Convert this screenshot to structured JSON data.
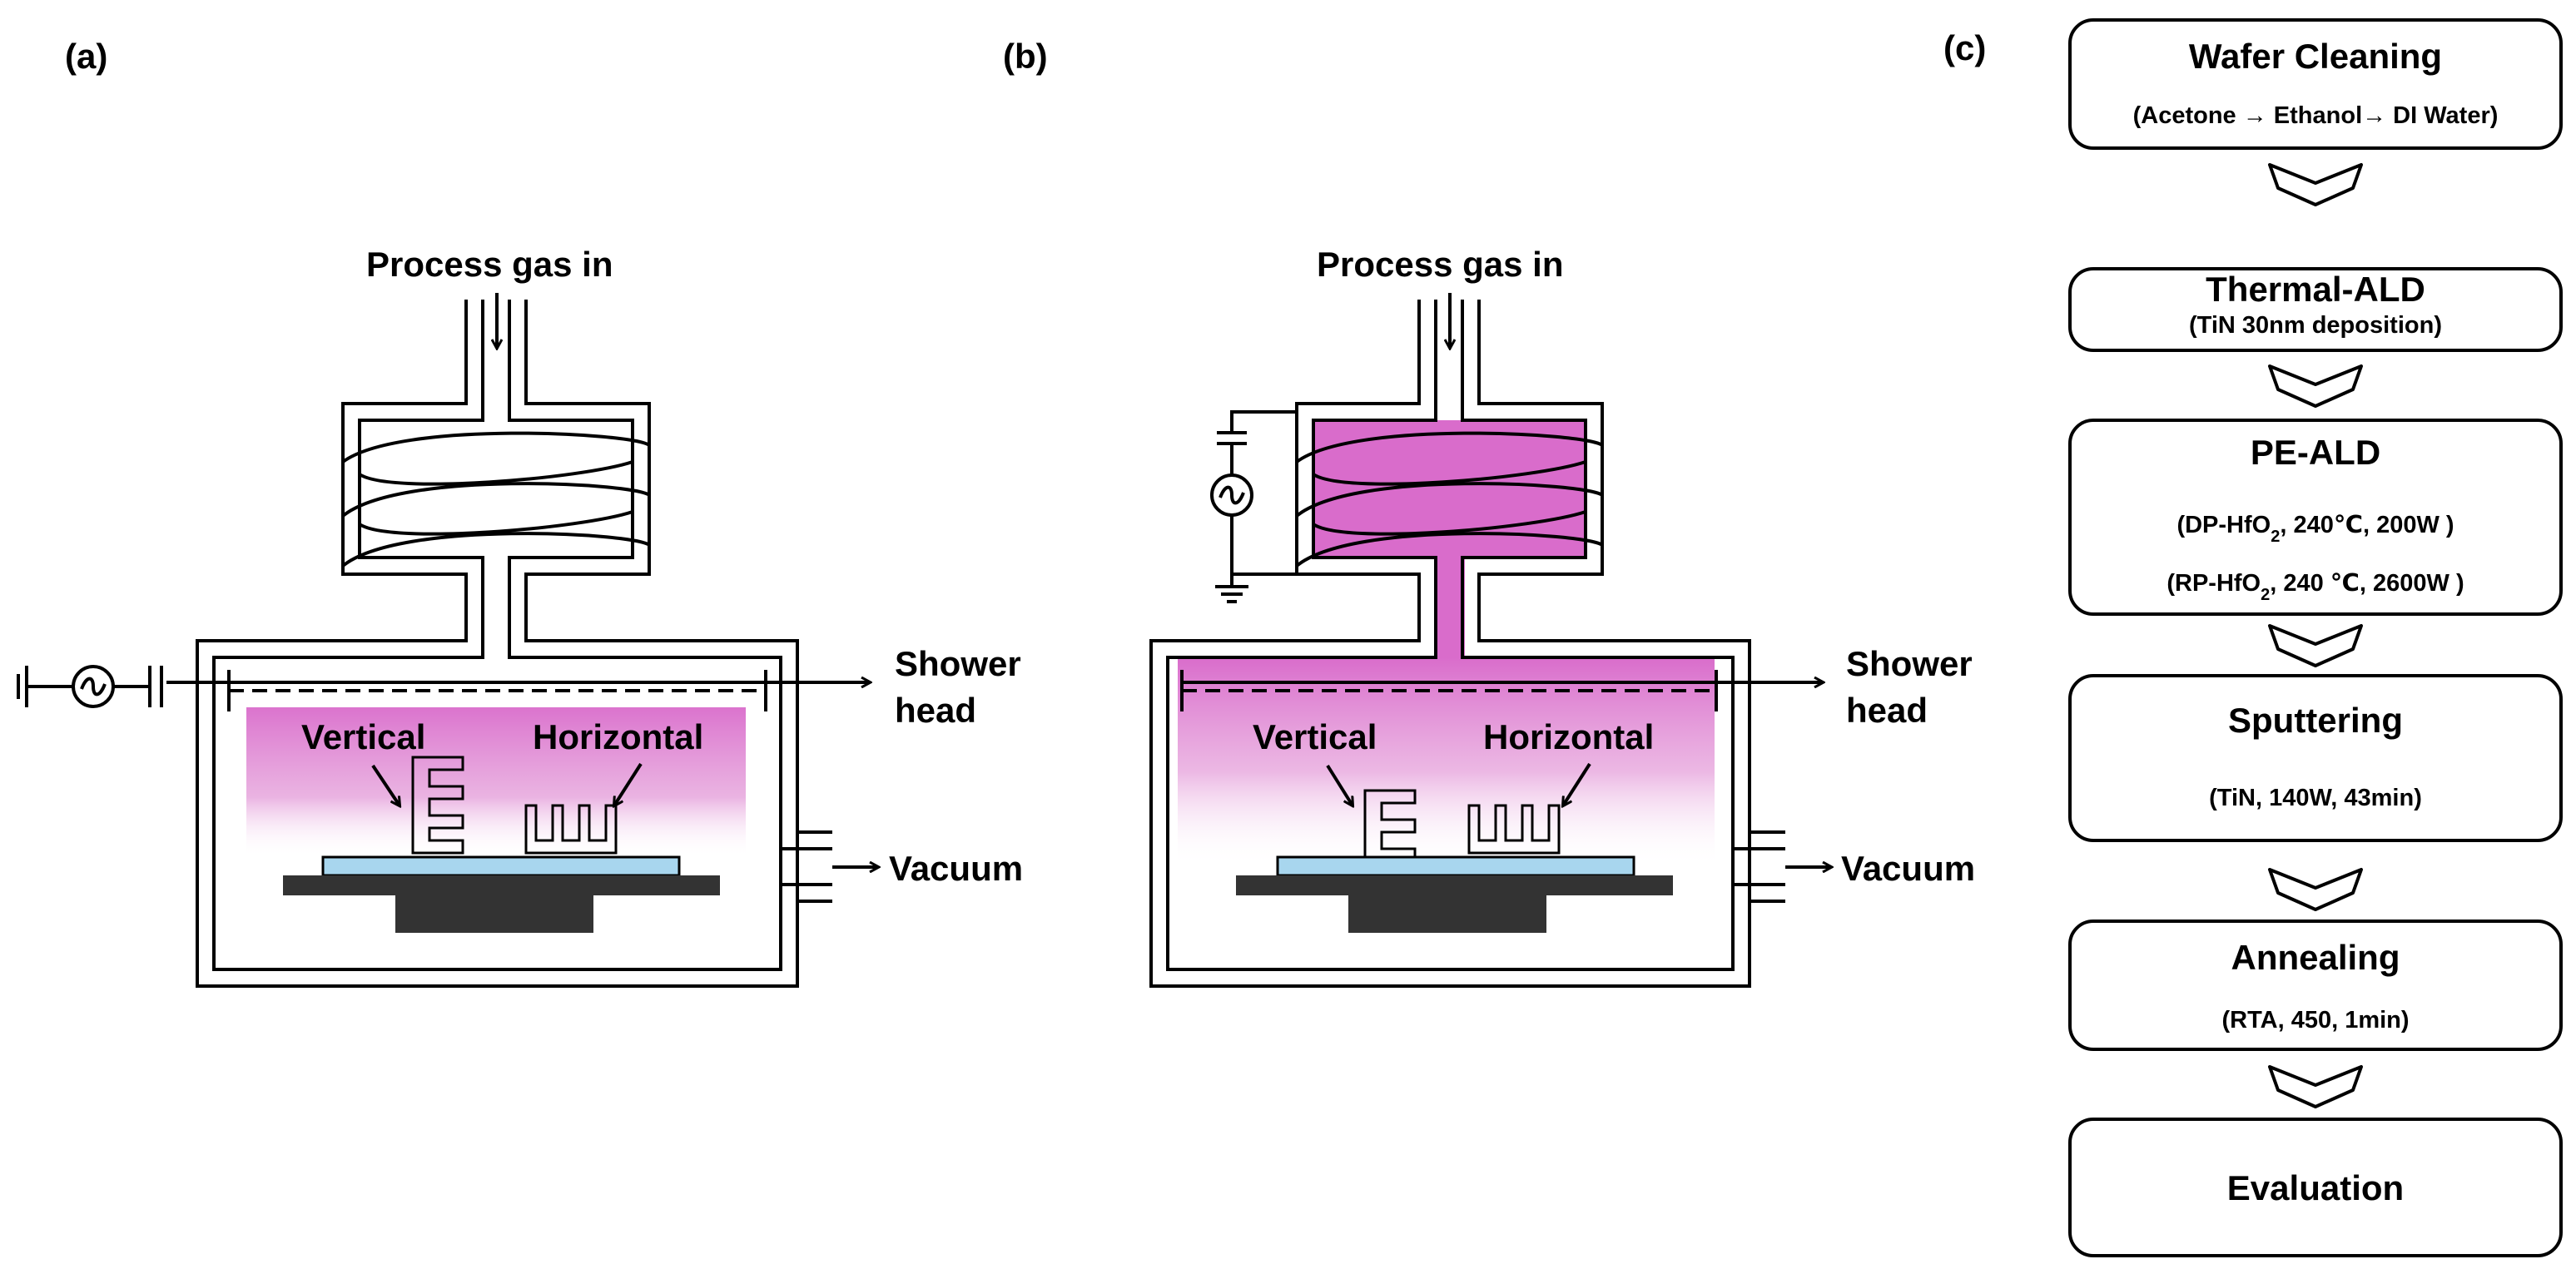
{
  "panels": {
    "a": {
      "label": "(a)",
      "process_gas": "Process gas in",
      "shower_head_line1": "Shower",
      "shower_head_line2": "head",
      "vacuum": "Vacuum",
      "vertical": "Vertical",
      "horizontal": "Horizontal"
    },
    "b": {
      "label": "(b)",
      "process_gas": "Process gas in",
      "shower_head_line1": "Shower",
      "shower_head_line2": "head",
      "vacuum": "Vacuum",
      "vertical": "Vertical",
      "horizontal": "Horizontal"
    },
    "c": {
      "label": "(c)",
      "steps": [
        {
          "title": "Wafer Cleaning",
          "detail": "(Acetone → Ethanol→ DI Water)"
        },
        {
          "title": "Thermal-ALD",
          "detail": "(TiN 30nm deposition)"
        },
        {
          "title": "PE-ALD",
          "detail_1": "(DP-HfO",
          "detail_1_sub": "2",
          "detail_1_rest": ", 240℃, 200W )",
          "detail_2": "(RP-HfO",
          "detail_2_sub": "2",
          "detail_2_rest": ", 240 ℃, 2600W )"
        },
        {
          "title": "Sputtering",
          "detail": "(TiN, 140W, 43min)"
        },
        {
          "title": "Annealing",
          "detail": "(RTA, 450, 1min)"
        },
        {
          "title": "Evaluation"
        }
      ]
    }
  },
  "colors": {
    "plasma": "#d96ccb",
    "wafer": "#a8d6ee",
    "stage": "#333333"
  }
}
